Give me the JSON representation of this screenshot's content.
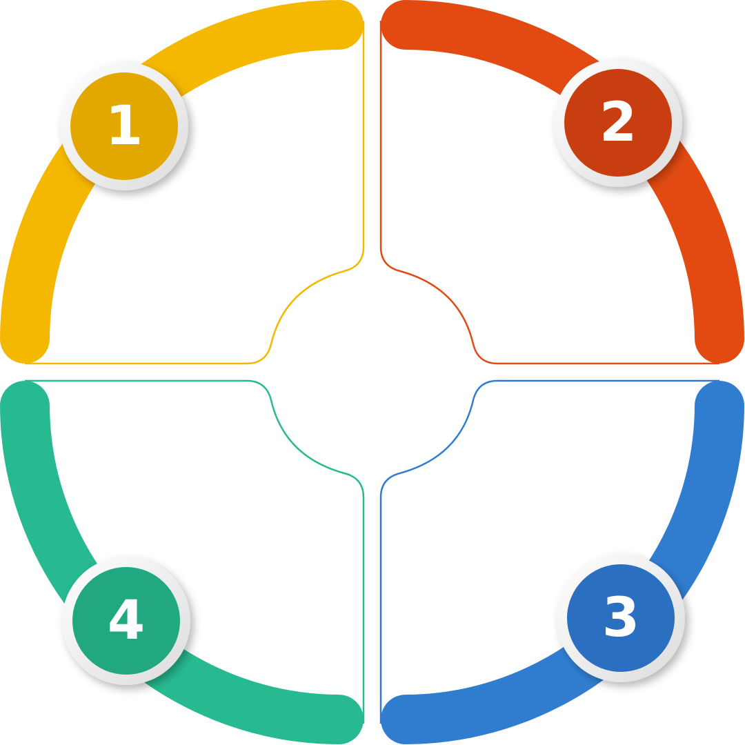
{
  "quadrants": [
    {
      "id": "q1",
      "number": "1",
      "color": "#f5b800",
      "badge_color": "#e3a800"
    },
    {
      "id": "q2",
      "number": "2",
      "color": "#e24a12",
      "badge_color": "#c83e10"
    },
    {
      "id": "q3",
      "number": "3",
      "color": "#307dd0",
      "badge_color": "#2a6fc0"
    },
    {
      "id": "q4",
      "number": "4",
      "color": "#27b990",
      "badge_color": "#22a880"
    }
  ]
}
